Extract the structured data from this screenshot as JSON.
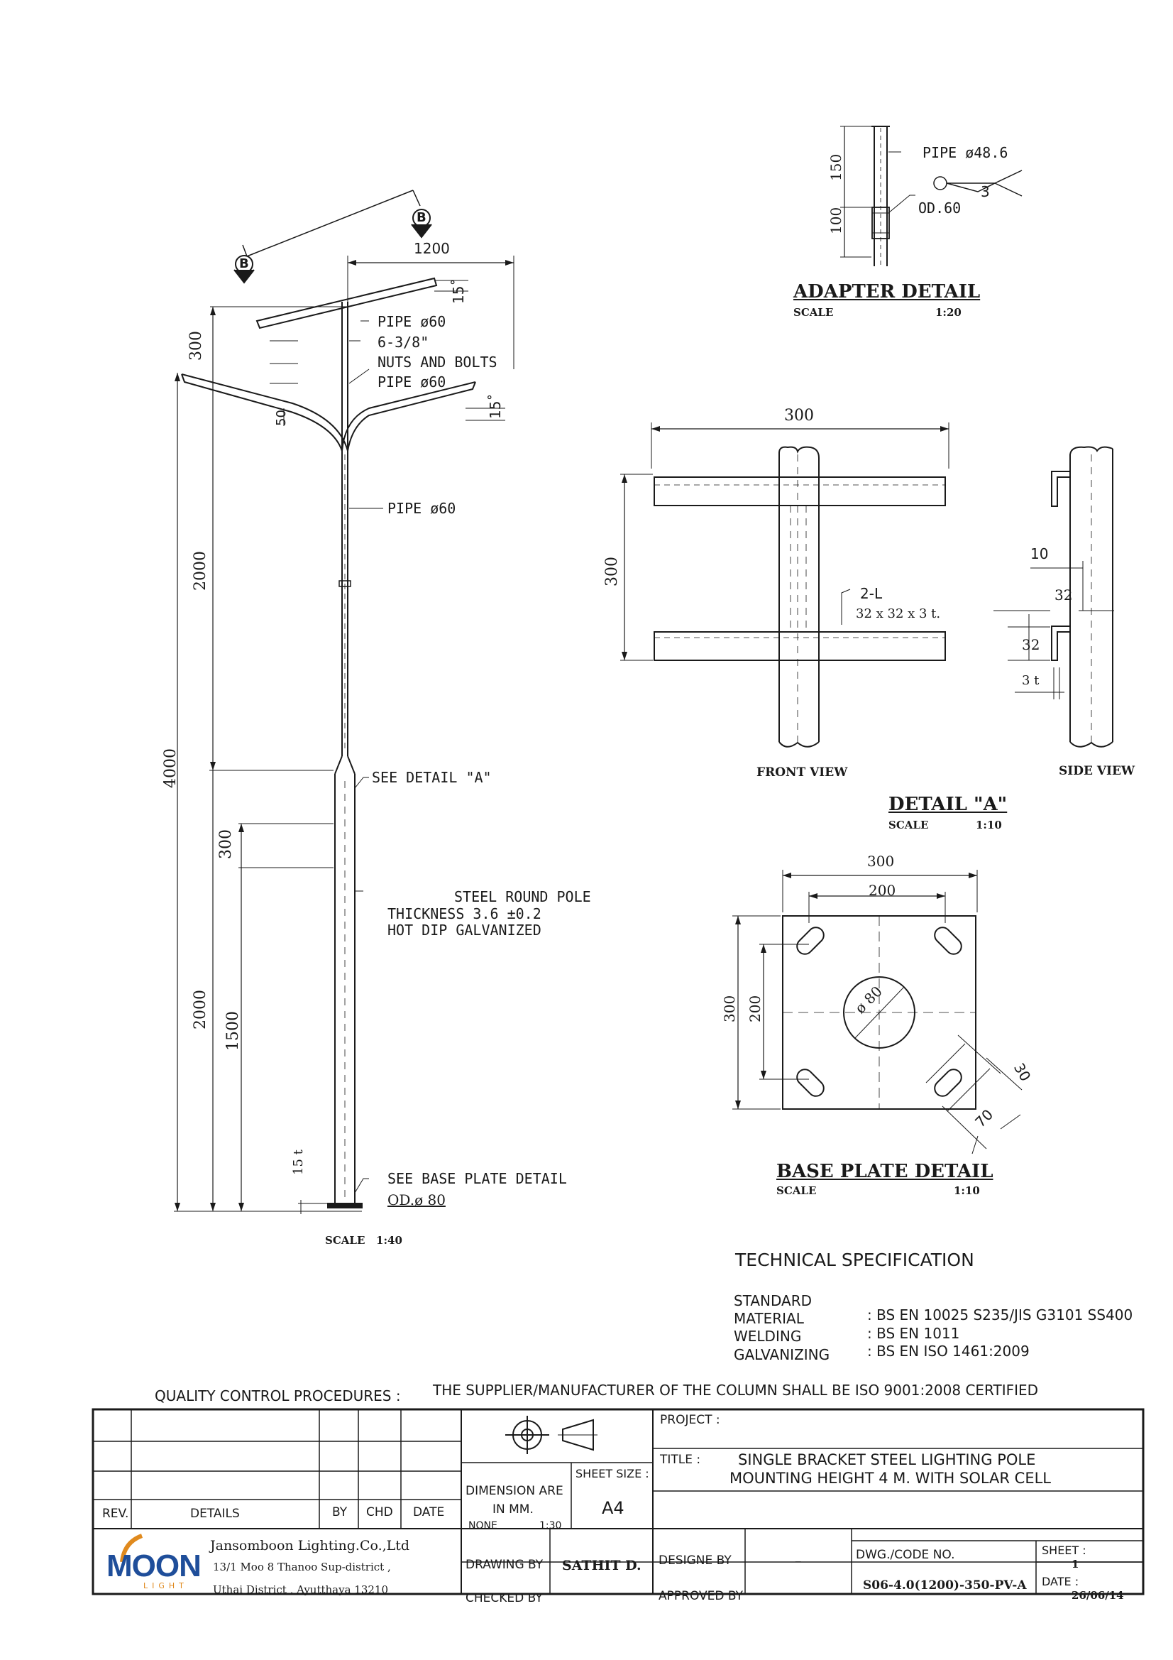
{
  "pole": {
    "b_marker": "B",
    "dims": {
      "width": "1200",
      "angle_top": "15˚",
      "angle_arm": "15˚",
      "arm_rise": "300",
      "offset_50": "50",
      "upper_height": "2000",
      "total_height": "4000",
      "mid_300": "300",
      "lower_height": "2000",
      "lower_1500": "1500",
      "base_15t": "15 t"
    },
    "labels": {
      "pipe_top": "PIPE ø60",
      "bolts_1": "6-3/8\"",
      "bolts_2": "NUTS AND BOLTS",
      "pipe_mid": "PIPE ø60",
      "pipe_lower": "PIPE ø60",
      "see_detail": "SEE DETAIL \"A\"",
      "spec_1": "STEEL ROUND POLE",
      "spec_2": "THICKNESS 3.6 ±0.2",
      "spec_3": "HOT DIP GALVANIZED",
      "see_base": "SEE BASE PLATE DETAIL",
      "od": "OD.ø 80"
    },
    "scale": "SCALE   1:40"
  },
  "adapter": {
    "title": "ADAPTER DETAIL",
    "scale_label": "SCALE",
    "scale_value": "1:20",
    "pipe": "PIPE ø48.6",
    "od": "OD.60",
    "weld": "3",
    "dim_150": "150",
    "dim_100": "100"
  },
  "detail_a": {
    "title": "DETAIL \"A\"",
    "scale_label": "SCALE",
    "scale_value": "1:10",
    "front_view": "FRONT VIEW",
    "side_view": "SIDE VIEW",
    "width": "300",
    "height": "300",
    "angle_1": "2-L",
    "angle_2": "32 x 32 x 3 t.",
    "side_10": "10",
    "side_32a": "32",
    "side_32b": "32",
    "side_3t": "3 t"
  },
  "base_plate": {
    "title": "BASE PLATE DETAIL",
    "scale_label": "SCALE",
    "scale_value": "1:10",
    "w300": "300",
    "w200": "200",
    "h300": "300",
    "h200": "200",
    "phi": "ø 80",
    "slot_30": "30",
    "slot_70": "70"
  },
  "tech_spec": {
    "title": "TECHNICAL SPECIFICATION",
    "rows": [
      {
        "label": "STANDARD",
        "value": ""
      },
      {
        "label": "MATERIAL",
        "value": ": BS EN 10025 S235/JIS G3101 SS400"
      },
      {
        "label": "WELDING",
        "value": ": BS EN 1011"
      },
      {
        "label": "GALVANIZING",
        "value": ": BS EN ISO 1461:2009"
      }
    ]
  },
  "qc": {
    "label": "QUALITY CONTROL PROCEDURES  :",
    "text": "THE SUPPLIER/MANUFACTURER OF THE COLUMN SHALL BE ISO 9001:2008 CERTIFIED"
  },
  "title_block": {
    "rev": "REV.",
    "details": "DETAILS",
    "by": "BY",
    "chd": "CHD",
    "date": "DATE",
    "dimension_1": "DIMENSION ARE",
    "dimension_2": "IN MM.",
    "none": "NONE",
    "scale": "1:30",
    "sheet_size_label": "SHEET SIZE :",
    "sheet_size": "A4",
    "project_label": "PROJECT :",
    "title_label": "TITLE :",
    "title_1": "SINGLE BRACKET STEEL LIGHTING POLE",
    "title_2": "MOUNTING HEIGHT 4 M. WITH SOLAR CELL",
    "company": "Jansomboon Lighting.Co.,Ltd",
    "address_1": "13/1 Moo 8 Thanoo Sup-district ,",
    "address_2": "Uthai District , Ayutthaya 13210",
    "logo_text": "MOON",
    "logo_sub": "LIGHT",
    "drawing_by_label": "DRAWING BY",
    "drawing_by": "SATHIT D.",
    "checked_by_label": "CHECKED BY",
    "design_by_label": "DESIGNE BY",
    "design_by": "–",
    "approved_by_label": "APPROVED BY",
    "dwg_label": "DWG./CODE NO.",
    "dwg_code": "S06-4.0(1200)-350-PV-A",
    "sheet_label": "SHEET :",
    "sheet_no": "1",
    "date_label": "DATE :",
    "date_value": "26/06/14"
  },
  "colors": {
    "ink": "#1a1a1a",
    "logo_orange": "#e08a1e",
    "logo_blue": "#1f4e9a"
  }
}
